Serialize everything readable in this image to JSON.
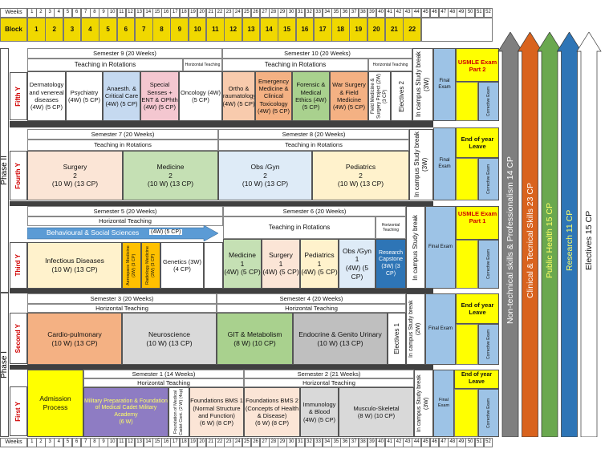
{
  "weeks_label": "Weeks",
  "block_label": "Block",
  "weeks": [
    "1",
    "2",
    "3",
    "4",
    "5",
    "6",
    "7",
    "8",
    "9",
    "10",
    "11",
    "12",
    "13",
    "14",
    "15",
    "16",
    "17",
    "18",
    "19",
    "20",
    "21",
    "22",
    "23",
    "24",
    "25",
    "26",
    "27",
    "28",
    "29",
    "30",
    "31",
    "32",
    "33",
    "34",
    "35",
    "36",
    "37",
    "38",
    "39",
    "40",
    "41",
    "42",
    "43",
    "44",
    "45",
    "46",
    "47",
    "48",
    "49",
    "50",
    "51",
    "52"
  ],
  "blocks": [
    "1",
    "2",
    "3",
    "4",
    "5",
    "6",
    "7",
    "8",
    "9",
    "10",
    "11",
    "12",
    "13",
    "14",
    "15",
    "16",
    "17",
    "18",
    "19",
    "20",
    "21",
    "22"
  ],
  "phases": {
    "phase2": "Phase II",
    "phase1": "Phase I"
  },
  "years": {
    "fifth": "Fifth Y",
    "fourth": "Fourth Y",
    "third": "Third Y",
    "second": "Second Y",
    "first": "First Y"
  },
  "fifth": {
    "sem9": "Semester 9  (20 Weeks)",
    "sem10": "Semester 10  (20 Weeks)",
    "rot9": "Teaching in Rotations",
    "horiz9": "Horizontal Teaching",
    "rot10": "Teaching in Rotations",
    "horiz10": "Horizontal Teaching",
    "c1": "Dermatology and venereal diseases (4W) (5 CP)",
    "c2": "Psychiatry (4W) (5 CP)",
    "c3": "Anaesth. & Critical Care (4W) (5 CP)",
    "c4": "Special Senses + ENT & OPhth (4W) (5 CP)",
    "c5": "Oncology (4W) (5 CP)",
    "c6": "Ortho & traumatology (4W) (5 CP)",
    "c7": "Emergency Medicine & Clinical Toxicology (4W) (5 CP)",
    "c8": "Forensic & Medical Ethics (4W) (5 CP)",
    "c9": "War Surgery & Field Medicine (4W) (5 CP)",
    "c10": "Field Medicine & Surgery Project (2W) (3 CP)",
    "elect": "Electives 2",
    "study": "In campus Study break (3W)",
    "final": "Final Exam",
    "usmle": "USMLE Exam Part 2",
    "corr": "Corrective Exam"
  },
  "fourth": {
    "sem7": "Semester 7  (20 Weeks)",
    "sem8": "Semester 8  (20 Weeks)",
    "rot7": "Teaching in Rotations",
    "rot8": "Teaching in Rotations",
    "c1": "Surgery\n2\n(10 W)   (13 CP)",
    "c2": "Medicine\n2\n(10 W)   (13 CP)",
    "c3": "Obs /Gyn\n2\n(10 W)   (13 CP)",
    "c4": "Pediatrics\n2\n(10 W)   (13 CP)",
    "study": "In campus Study break (3W)",
    "final": "Final Exam",
    "eoy": "End of year Leave",
    "corr": "Corrective Exam"
  },
  "third": {
    "sem5": "Semester 5  (20 Weeks)",
    "sem6": "Semester 6  (20 Weeks)",
    "horiz5": "Horizontal Teaching",
    "rot6": "Teaching in Rotations",
    "horiz6": "Horizontal Teaching",
    "behav": "Behavioural & Social Sciences",
    "behav_cp": "(4W) (5 CP)",
    "c1": "Infectious Diseases\n(10 W)   (13 CP)",
    "c2": "Aerospace Medicine (2W) (3 CP)",
    "c3": "Radiology Medicine (2W) (3 CP)",
    "c4": "Genetics (3W) (4 CP)",
    "c5": "Medicine\n1\n(4W) (5 CP)",
    "c6": "Surgery\n1\n(4W) (5 CP)",
    "c7": "Pediatrics\n1\n(4W) (5 CP)",
    "c8": "Obs /Gyn\n1\n(4W) (5 CP)",
    "c9": "Research Capstone (3W) (3 CP)",
    "study": "In campus Study break",
    "final": "Final Exam",
    "usmle": "USMLE Exam Part 1",
    "corr": "Corrective Exam"
  },
  "second": {
    "sem3": "Semester 3  (20 Weeks)",
    "sem4": "Semester 4  (20 Weeks)",
    "horiz3": "Horizontal Teaching",
    "horiz4": "Horizontal Teaching",
    "c1": "Cardio-pulmonary\n(10 W)   (13 CP)",
    "c2": "Neuroscience\n(10 W)   (13 CP)",
    "c3": "GIT & Metabolism\n(8 W) (10 CP)",
    "c4": "Endocrine & Genito Urinary\n(10 W)   (13 CP)",
    "elect": "Electives 1",
    "study": "In campus Study break (2W)",
    "final": "Final Exam",
    "eoy": "End of year Leave",
    "corr": "Corrective Exam"
  },
  "first": {
    "sem1": "Semester 1  (14 Weeks)",
    "sem2": "Semester 2  (21 Weeks)",
    "horiz1": "Horizontal Teaching",
    "horiz2": "Horizontal Teaching",
    "c1": "Admission Process",
    "c2": "Military  Preparation & Foundation of Medical Cadet Military Academy\n(6 W)",
    "c3": "Foundation of Medical Cadet Cont. (2 W) (4cp)",
    "c4": "Foundations BMS 1 (Normal Structure and Function)\n(6 W) (8 CP)",
    "c5": "Foundations BMS 2 (Concepts of Health & Disease)\n(6 W) (8 CP)",
    "c6": "Immunology & Blood\n(4W) (5 CP)",
    "c7": "Musculo-Skeletal\n(8 W) (10 CP)",
    "study": "In campus Study break (3W)",
    "final": "Final Exam",
    "eoy": "End of year Leave",
    "corr": "Corrective Exam"
  },
  "arrows": [
    {
      "label": "Non-technical skills &  Professionalism  14 CP",
      "color": "#7f7f7f"
    },
    {
      "label": "Clinical & Tecnical Skills  23 CP",
      "color": "#d9631e"
    },
    {
      "label": "Public Health 15 CP",
      "color": "#6aa84f"
    },
    {
      "label": "Research 11 CP",
      "color": "#2e75b6"
    },
    {
      "label": "Electives  15 CP",
      "color": "#ffffff"
    }
  ]
}
